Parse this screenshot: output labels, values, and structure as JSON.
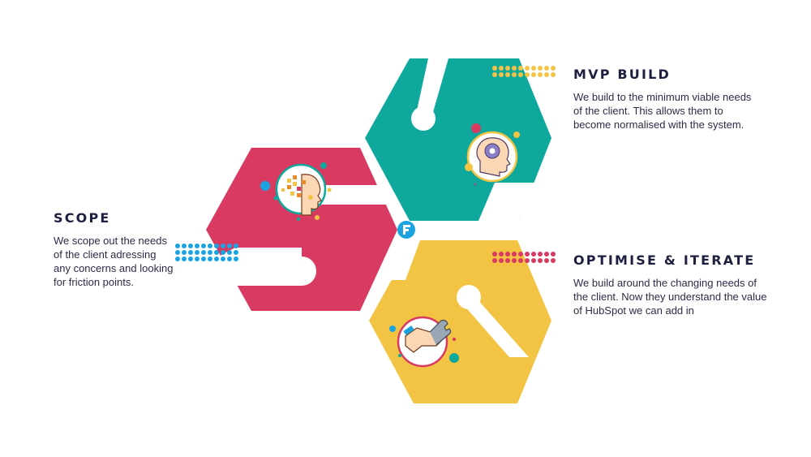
{
  "stages": {
    "scope": {
      "title": "SCOPE",
      "description": "We scope out the needs of the client adressing any concerns and looking for friction points.",
      "color": "#d83a62",
      "icon": "brain-pixel-icon"
    },
    "mvp": {
      "title": "MVP BUILD",
      "description": "We build to the minimum viable needs of the client. This allows them to become normalised with the system.",
      "color": "#0ea99c",
      "icon": "head-gear-icon"
    },
    "optimise": {
      "title": "OPTIMISE & ITERATE",
      "description": "We build around the changing needs of the client. Now they understand the value of HubSpot we can add in",
      "color": "#f3c443",
      "icon": "hand-wrench-icon"
    }
  },
  "center_logo": {
    "icon": "logo-f-icon",
    "color": "#1aa3e0"
  },
  "colors": {
    "heading": "#1d1f3f",
    "dots_blue": "#1aa3e0",
    "dots_yellow": "#f3c443",
    "dots_red": "#d83a62"
  }
}
